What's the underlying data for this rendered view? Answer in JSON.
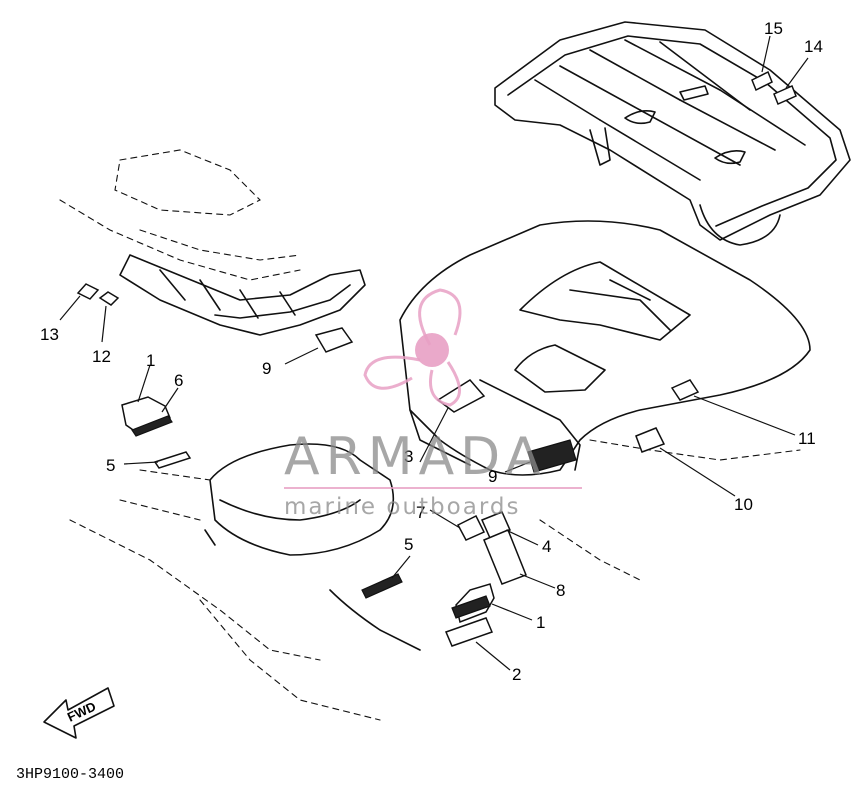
{
  "diagram": {
    "part_numbers": [
      "1",
      "2",
      "3",
      "4",
      "5",
      "6",
      "7",
      "8",
      "9",
      "10",
      "11",
      "12",
      "13",
      "14",
      "15"
    ],
    "drawing_code": "3HP9100-3400",
    "direction_marker": "FWD"
  },
  "watermark": {
    "brand": "ARMADA",
    "tagline": "marine outboards",
    "logo_color": "#e8a0c4",
    "text_color": "#8a8a8a"
  }
}
